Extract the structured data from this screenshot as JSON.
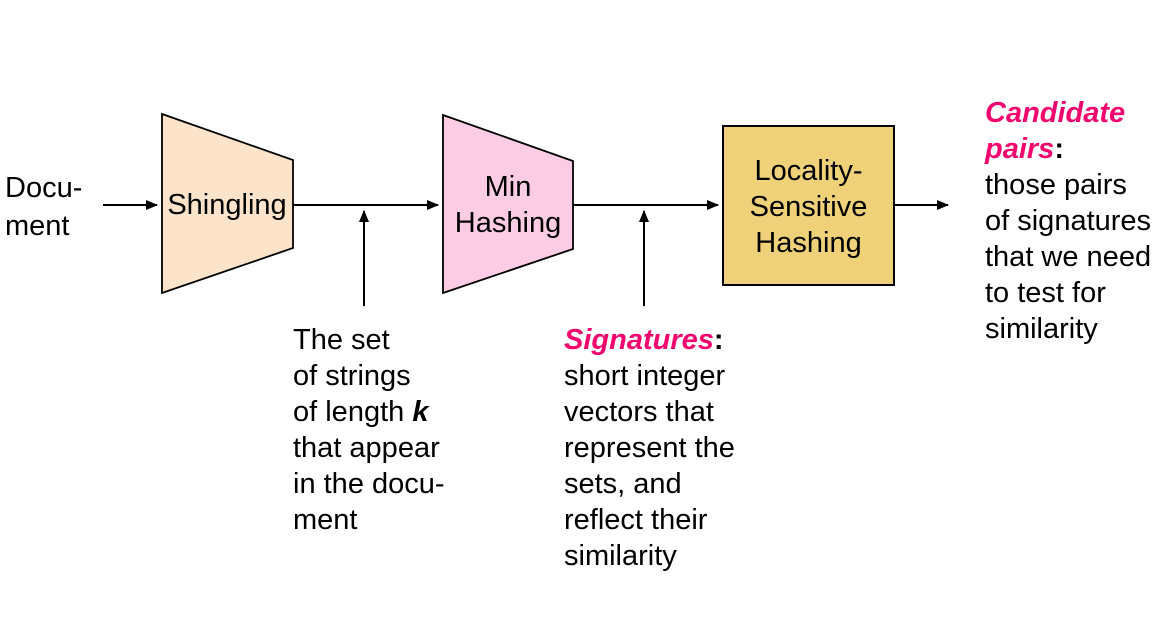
{
  "colors": {
    "shingling_fill": "#fce3c9",
    "min_hashing_fill": "#fbcce3",
    "lsh_fill": "#eed179",
    "accent_magenta": "#f2066e",
    "stroke": "#000000"
  },
  "nodes": {
    "document": {
      "line1": "Docu-",
      "line2": "ment"
    },
    "shingling": {
      "label": "Shingling"
    },
    "min_hashing": {
      "line1": "Min",
      "line2": "Hashing"
    },
    "lsh": {
      "line1": "Locality-",
      "line2": "Sensitive",
      "line3": "Hashing"
    }
  },
  "notes": {
    "shingles": {
      "line1": "The set",
      "line2": "of strings",
      "line3_prefix": "of length ",
      "line3_emphasis": "k",
      "line4": "that appear",
      "line5": "in the docu-",
      "line6": "ment"
    },
    "signatures": {
      "title": "Signatures",
      "colon": ":",
      "line2": "short integer",
      "line3": "vectors that",
      "line4": "represent the",
      "line5": "sets, and",
      "line6": "reflect their",
      "line7": "similarity"
    },
    "candidates": {
      "title_line1": "Candidate",
      "title_line2": "pairs",
      "colon": ":",
      "line3": "those pairs",
      "line4": "of signatures",
      "line5": "that we need",
      "line6": "to test for",
      "line7": "similarity"
    }
  }
}
